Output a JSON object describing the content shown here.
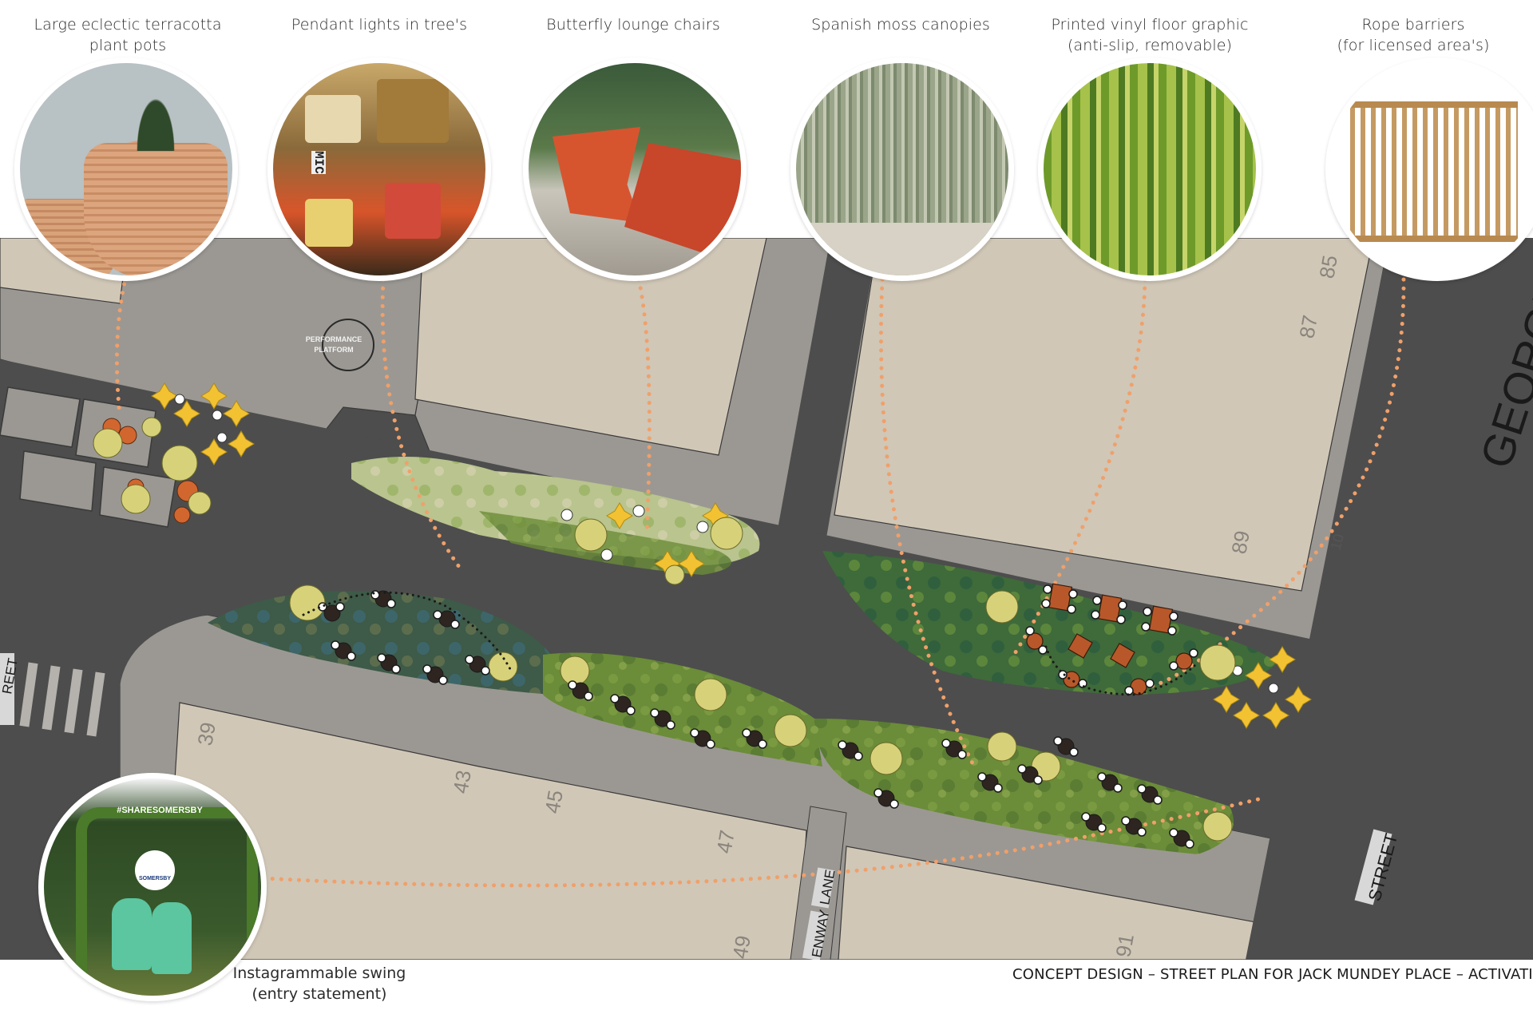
{
  "captions": [
    {
      "id": "terracotta",
      "lines": [
        "Large eclectic terracotta",
        "plant pots"
      ]
    },
    {
      "id": "pendant",
      "lines": [
        "Pendant lights in tree's"
      ]
    },
    {
      "id": "butterfly",
      "lines": [
        "Butterfly lounge chairs"
      ]
    },
    {
      "id": "moss",
      "lines": [
        "Spanish moss canopies"
      ]
    },
    {
      "id": "vinyl",
      "lines": [
        "Printed vinyl floor graphic",
        "(anti-slip, removable)"
      ]
    },
    {
      "id": "rope",
      "lines": [
        "Rope barriers",
        "(for licensed area's)"
      ]
    }
  ],
  "swing": {
    "lines": [
      "Instagrammable swing",
      "(entry statement)"
    ],
    "sign_text": "#SHARESOMERSBY",
    "logo_text": "SOMERSBY"
  },
  "plan": {
    "performance_label": [
      "PERFORMANCE",
      "PLATFORM"
    ],
    "lot_numbers": {
      "n39": "39",
      "n43": "43",
      "n45": "45",
      "n47": "47",
      "n49": "49",
      "n85": "85",
      "n87": "87",
      "n89": "89",
      "n91": "91",
      "n10": "10"
    },
    "street_labels": {
      "george": "GEORGE",
      "street": "STREET",
      "lane": "LANE",
      "wynway": "ENWAY",
      "left_street": "REET"
    },
    "pendant_sign": "MIC"
  },
  "footer": {
    "title": "CONCEPT DESIGN – STREET PLAN FOR JACK MUNDEY PLACE – ACTIVATION"
  },
  "colors": {
    "road": "#4d4d4d",
    "footpath": "#9b9893",
    "building": "#d0c7b7",
    "leader_dots": "#f0a06a",
    "chair_yellow": "#f2c233",
    "table_brown": "#b8582a",
    "grass": "#6d8f3a"
  }
}
